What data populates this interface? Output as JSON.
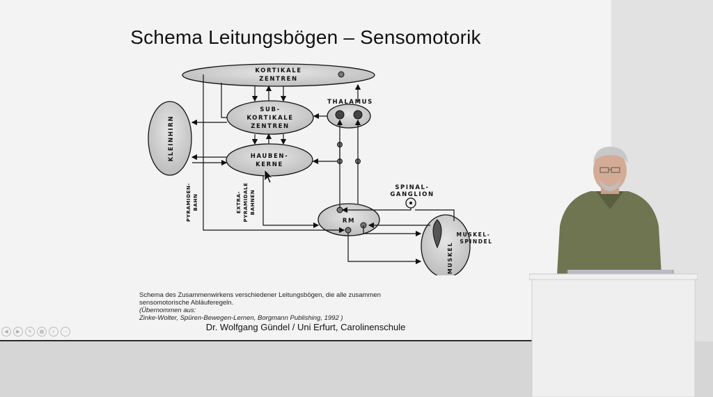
{
  "slide": {
    "title": "Schema Leitungsbögen – Sensomotorik",
    "caption": {
      "line1": "Schema des Zusammenwirkens verschiedener Leitungsbögen, die alle zusammen",
      "line2": "sensomotorische Abläuferegeln.",
      "line3": "(Übernommen aus:",
      "line4": "Zinke-Wolter, Spüren-Bewegen-Lernen, Borgmann Publishing, 1992 )"
    },
    "footer": "Dr. Wolfgang Gündel / Uni Erfurt, Carolinenschule"
  },
  "diagram": {
    "kortikale_1": "KORTIKALE",
    "kortikale_2": "ZENTREN",
    "sub_1": "SUB-",
    "sub_2": "KORTIKALE",
    "sub_3": "ZENTREN",
    "thalamus": "THALAMUS",
    "kleinhirn": "KLEINHIRN",
    "hauben_1": "HAUBEN-",
    "hauben_2": "KERNE",
    "pyramiden_1": "PYRAMIDEN-",
    "pyramiden_2": "BAHN",
    "extra_1": "EXTRA-",
    "extra_2": "PYRAMIDALE",
    "extra_3": "BAHNEN",
    "spinal_1": "SPINAL-",
    "spinal_2": "GANGLION",
    "rm": "RM",
    "muskelspindel_1": "MUSKEL-",
    "muskelspindel_2": "SPINDEL",
    "muskel": "MUSKEL"
  },
  "nav_controls": [
    {
      "icon": "prev-icon"
    },
    {
      "icon": "next-icon"
    },
    {
      "icon": "pen-icon"
    },
    {
      "icon": "slides-icon"
    },
    {
      "icon": "zoom-icon"
    },
    {
      "icon": "more-icon"
    }
  ],
  "colors": {
    "slide_background": "#f3f3f3",
    "node_fill": "#d0d0d0",
    "ink": "#111111"
  }
}
